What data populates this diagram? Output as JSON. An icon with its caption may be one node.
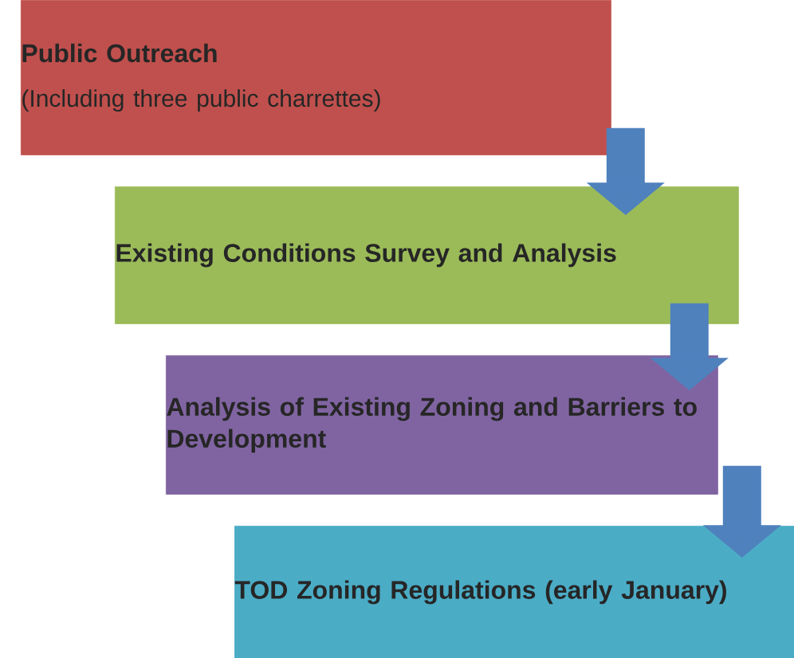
{
  "diagram": {
    "nodes": [
      {
        "text": [
          "Public Outreach",
          "(Including three public charrettes)"
        ]
      },
      {
        "text": [
          "Existing Conditions Survey and Analysis"
        ]
      },
      {
        "text": [
          "Analysis of Existing Zoning and Barriers to Development"
        ]
      },
      {
        "text": [
          "TOD Zoning Regulations (early January)"
        ]
      }
    ],
    "edges": [
      {
        "from": 0,
        "to": 1,
        "arrow": "to"
      },
      {
        "from": 1,
        "to": 2,
        "arrow": "to"
      },
      {
        "from": 2,
        "to": 3,
        "arrow": "to"
      }
    ]
  }
}
